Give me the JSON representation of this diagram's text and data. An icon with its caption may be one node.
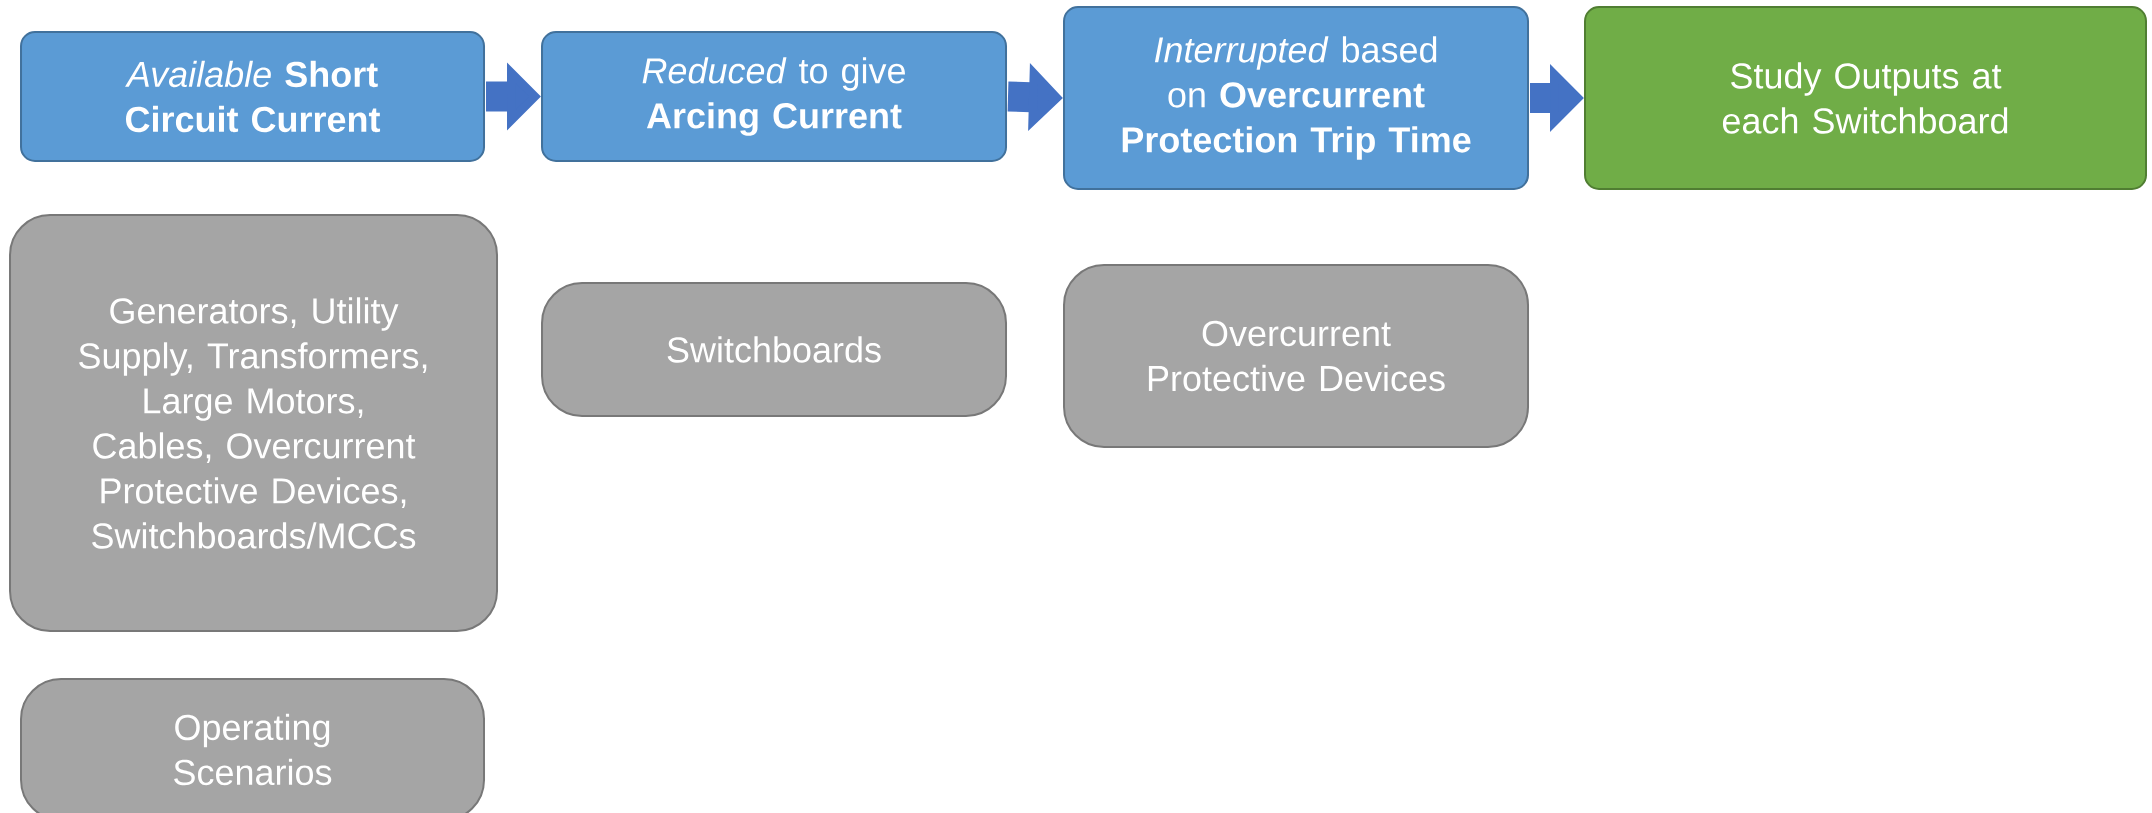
{
  "diagram": {
    "nodes": [
      {
        "text": [
          "*Available* **Short Circuit Current**"
        ]
      },
      {
        "text": [
          "*Reduced* to give **Arcing Current**"
        ]
      },
      {
        "text": [
          "*Interrupted* based on **Overcurrent Protection Trip Time**"
        ]
      },
      {
        "text": [
          "Study Outputs at each Switchboard"
        ]
      },
      {
        "text": [
          "Generators, Utility Supply, Transformers, Large Motors, Cables, Overcurrent Protective Devices, Switchboards/MCCs"
        ]
      },
      {
        "text": [
          "Switchboards"
        ]
      },
      {
        "text": [
          "Overcurrent Protective Devices"
        ]
      },
      {
        "text": [
          "Operating Scenarios"
        ]
      }
    ],
    "edges": [
      {
        "from": 0,
        "to": 1,
        "arrow": "to"
      },
      {
        "from": 1,
        "to": 2,
        "arrow": "to"
      },
      {
        "from": 2,
        "to": 3,
        "arrow": "to"
      }
    ]
  }
}
